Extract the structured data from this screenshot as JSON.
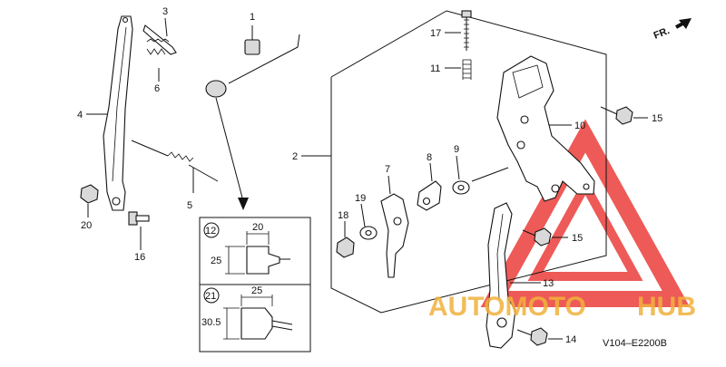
{
  "callouts": {
    "c1": "1",
    "c2": "2",
    "c3": "3",
    "c4": "4",
    "c5": "5",
    "c6": "6",
    "c7": "7",
    "c8": "8",
    "c9": "9",
    "c10": "10",
    "c11": "11",
    "c13": "13",
    "c14": "14",
    "c15a": "15",
    "c15b": "15",
    "c16": "16",
    "c17": "17",
    "c18": "18",
    "c19": "19",
    "c20": "20"
  },
  "direction_marker": "FR.",
  "inset": {
    "top_id": "12",
    "top_width": "20",
    "top_height": "25",
    "bottom_id": "21",
    "bottom_width": "25",
    "bottom_height": "30.5"
  },
  "watermark": {
    "part1": "AUTOMOTO",
    "part2": "HUB"
  },
  "diagram_code": "V104–E2200B",
  "colors": {
    "watermark_red": "#e8231f",
    "watermark_gold": "#f2b13c"
  }
}
